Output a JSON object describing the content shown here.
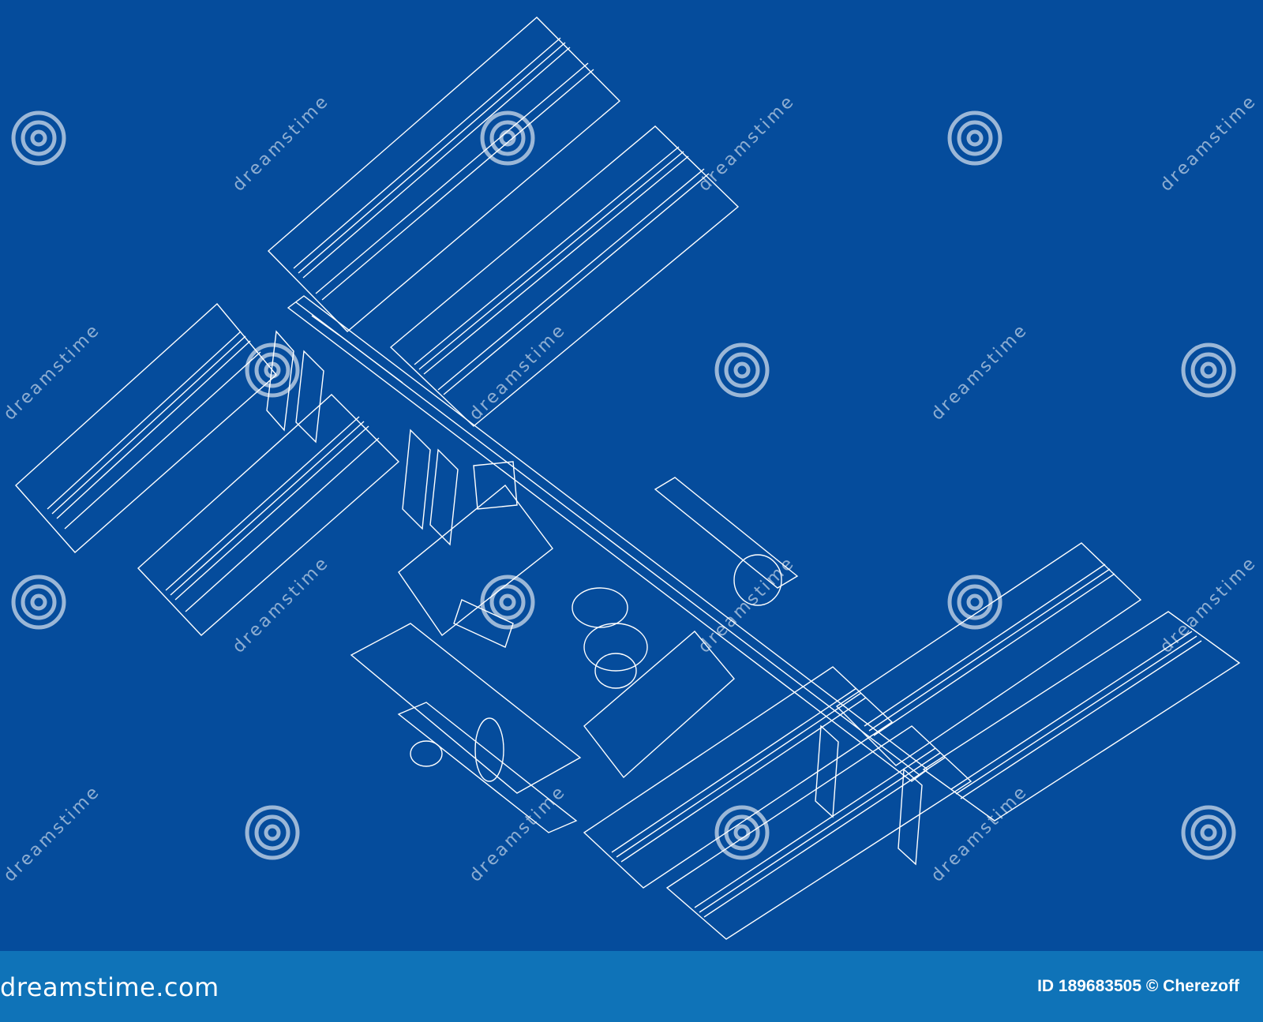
{
  "image": {
    "background_color": "#054c9c",
    "line_color": "#ffffff",
    "footer_color": "#0f73b8"
  },
  "watermark": {
    "text": "dreamstime",
    "icon": "spiral-logo-icon"
  },
  "footer": {
    "brand": "dreamstime.com",
    "credit": "ID 189683505 © Cherezoff"
  }
}
